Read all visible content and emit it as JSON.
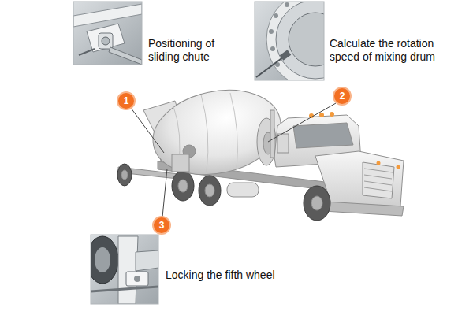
{
  "diagram": {
    "nodes": [
      {
        "text": [
          "1"
        ]
      },
      {
        "text": [
          "2"
        ]
      },
      {
        "text": [
          "3"
        ]
      }
    ],
    "labels": [
      "Positioning of sliding chute",
      "Calculate the rotation speed of mixing drum",
      "Locking the fifth wheel"
    ]
  }
}
